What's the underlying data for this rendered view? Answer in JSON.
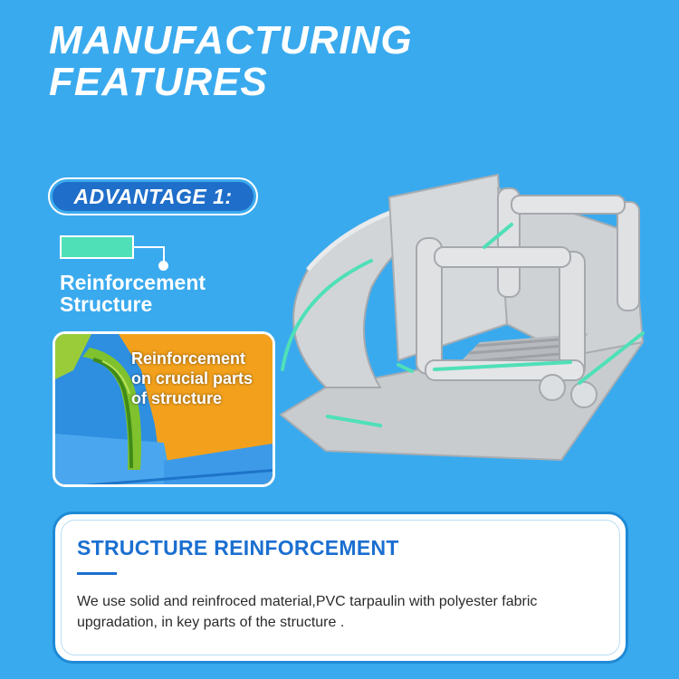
{
  "header": {
    "title_line1": "MANUFACTURING",
    "title_line2": "FEATURES"
  },
  "advantage": {
    "label": "ADVANTAGE 1:"
  },
  "legend": {
    "swatch_color": "#4fe0b8",
    "label_line1": "Reinforcement",
    "label_line2": "Structure"
  },
  "photo": {
    "caption_line1": "Reinforcement",
    "caption_line2": "on crucial parts",
    "caption_line3": "of structure"
  },
  "card": {
    "heading": "STRUCTURE REINFORCEMENT",
    "description": "We use solid and reinfroced material,PVC tarpaulin with polyester fabric upgradation, in key parts of the structure ."
  },
  "colors": {
    "background": "#3aaaee",
    "accent_blue": "#1b6fd0",
    "reinforcement_green": "#4fe0b8"
  }
}
